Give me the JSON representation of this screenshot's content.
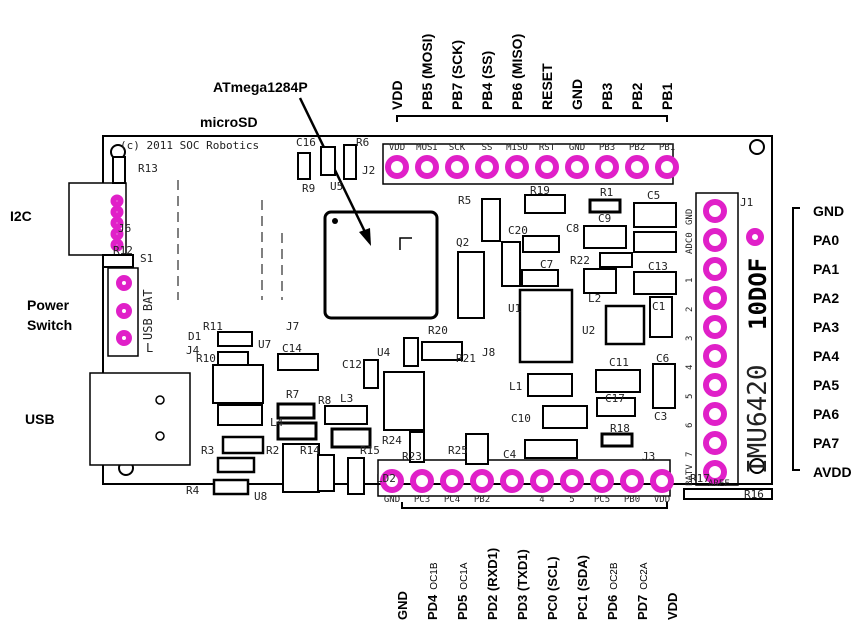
{
  "callouts": {
    "mcu": "ATmega1284P",
    "microsd": "microSD",
    "i2c": "I2C",
    "power_switch_1": "Power",
    "power_switch_2": "Switch",
    "usb": "USB"
  },
  "top_header_labels": [
    "VDD",
    "PB5 (MOSI)",
    "PB7 (SCK)",
    "PB4 (SS)",
    "PB6 (MISO)",
    "RESET",
    "GND",
    "PB3",
    "PB2",
    "PB1"
  ],
  "top_header_silk": [
    "VDD",
    "MOSI",
    "SCK",
    "SS",
    "MISO",
    "RST",
    "GND",
    "PB3",
    "PB2",
    "PB1"
  ],
  "bottom_header_labels": [
    {
      "main": "GND",
      "sub": ""
    },
    {
      "main": "PD4",
      "sub": "OC1B"
    },
    {
      "main": "PD5",
      "sub": "OC1A"
    },
    {
      "main": "PD2 (RXD1)",
      "sub": ""
    },
    {
      "main": "PD3 (TXD1)",
      "sub": ""
    },
    {
      "main": "PC0 (SCL)",
      "sub": ""
    },
    {
      "main": "PC1 (SDA)",
      "sub": ""
    },
    {
      "main": "PD6",
      "sub": "OC2B"
    },
    {
      "main": "PD7",
      "sub": "OC2A"
    },
    {
      "main": "VDD",
      "sub": ""
    }
  ],
  "bottom_header_silk": [
    "GND",
    "PC3",
    "PC4",
    "PB2",
    "",
    "4",
    "5",
    "PC5",
    "PB0",
    "VDD"
  ],
  "right_header_labels": [
    "GND",
    "PA0",
    "PA1",
    "PA2",
    "PA3",
    "PA4",
    "PA5",
    "PA6",
    "PA7",
    "AVDD"
  ],
  "right_header_silk": [
    "GND",
    "ADC0",
    "1",
    "2",
    "3",
    "4",
    "5",
    "6",
    "7",
    "BATV"
  ],
  "board_silk": {
    "copyright": "(c) 2011 SOC Robotics",
    "board_name": "IMU6420",
    "board_variant": "10DOF",
    "usb_bat": "USB BAT",
    "aref": "AREF",
    "sw_label": "L"
  },
  "designators": {
    "R13": "R13",
    "J6": "J6",
    "R12": "R12",
    "S1": "S1",
    "C16": "C16",
    "R6": "R6",
    "J2": "J2",
    "R9": "R9",
    "U5": "U5",
    "R5": "R5",
    "R19": "R19",
    "R1": "R1",
    "C5": "C5",
    "C9": "C9",
    "C20": "C20",
    "C8": "C8",
    "Q2": "Q2",
    "C7": "C7",
    "R22": "R22",
    "C13": "C13",
    "L2": "L2",
    "C1": "C1",
    "U1": "U1",
    "U2": "U2",
    "J7": "J7",
    "D1": "D1",
    "R11": "R11",
    "J4": "J4",
    "U7": "U7",
    "C14": "C14",
    "R20": "R20",
    "R21": "R21",
    "J8": "J8",
    "U4": "U4",
    "C12": "C12",
    "R10": "R10",
    "C11": "C11",
    "C6": "C6",
    "L1": "L1",
    "C17": "C17",
    "C3": "C3",
    "R7": "R7",
    "R8": "R8",
    "L3": "L3",
    "L4": "L4",
    "C10": "C10",
    "R18": "R18",
    "R24": "R24",
    "R23": "R23",
    "R25": "R25",
    "C4": "C4",
    "J3": "J3",
    "R2": "R2",
    "R14": "R14",
    "R15": "R15",
    "R3": "R3",
    "R4": "R4",
    "U8": "U8",
    "LD2": "LD2",
    "R17": "R17",
    "R16": "R16",
    "J1": "J1"
  }
}
